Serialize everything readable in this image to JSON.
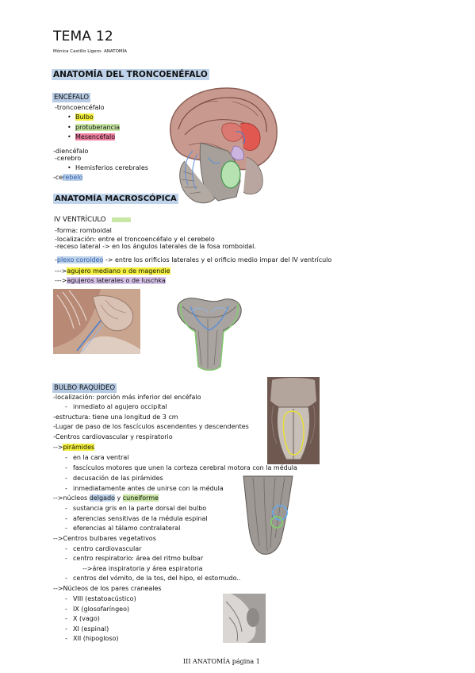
{
  "header": {
    "title": "TEMA 12",
    "author": "Mónica Castillo Ligero- ANATOMÍA"
  },
  "section1": {
    "heading": "ANATOMÍA DEL TRONCOENÉFALO",
    "subheading": "ENCÉFALO",
    "tronco": "-troncoencéfalo",
    "bullets": [
      "Bulbo",
      "protuberancia",
      "Mesencéfalo"
    ],
    "diencefalo": "-diencéfalo",
    "cerebro": "-cerebro",
    "hemisferios": "Hemisferios cerebrales",
    "cerebelo_prefix": "-ce",
    "cerebelo_hl": "rebelo"
  },
  "section2": {
    "heading": "ANATOMÍA MACROSCÓPICA",
    "subheading": "IV VENTRÍCULO",
    "lines": [
      "-forma: romboidal",
      "-localización: entre el troncoencéfalo y el cerebelo",
      "-receso lateral -> en los ángulos laterales de la fosa romboidal."
    ],
    "plexo_prefix": "-",
    "plexo_hl": "plexo coroideo",
    "plexo_rest": " -> entre los orificios laterales y el orificio medio impar del IV ventrículo",
    "magendie_prefix": "--->",
    "magendie_hl": "agujero mediano o de magendie",
    "luschka_prefix": "--->",
    "luschka_hl": "agujeros laterales o de luschka"
  },
  "section3": {
    "subheading": "BULBO RAQUÍDEO",
    "lines": [
      {
        "t": "-localización: porción más inferior del encéfalo",
        "x": 67
      },
      {
        "t": "inmediato al agujero occipital",
        "x": 92,
        "dash": true
      },
      {
        "t": "-estructura: tiene una longitud de 3 cm",
        "x": 67
      },
      {
        "t": "-Lugar de paso de los fascículos ascendentes y descendentes",
        "x": 67
      },
      {
        "t": "-Centros cardiovascular y respiratorio",
        "x": 67
      }
    ],
    "piramides_prefix": "-->",
    "piramides_hl": "pirámides",
    "piramides_items": [
      "en la cara ventral",
      "fascículos motores que unen la corteza cerebral motora con la médula",
      "decusación de las pirámides",
      "inmediatamente antes de unirse con la médula"
    ],
    "nucleos_prefix": "-->núcleos ",
    "nucleos_delgado": "delgado",
    "nucleos_y": " y ",
    "nucleos_cuneiforme": "cuneiforme",
    "nucleos_items": [
      "sustancia gris en la parte dorsal del bulbo",
      "aferencias sensitivas de la médula espinal",
      "eferencias al tálamo contralateral"
    ],
    "centros_heading": "-->Centros bulbares vegetativos",
    "centros_items": [
      "centro cardiovascular",
      "centro respiratorio: área del ritmo bulbar"
    ],
    "centros_sub": "-->área inspiratoria y área espiratoria",
    "centros_last": "centros del vómito, de la tos, del hipo, el estornudo..",
    "pares_heading": "-->Núcleos de los pares craneales",
    "pares_items": [
      "VIII (estatoacústico)",
      "IX (glosofaríngeo)",
      "X (vago)",
      "XI (espinal)",
      "XII (hipogloso)"
    ]
  },
  "footer": "III ANATOMÍA página 1"
}
